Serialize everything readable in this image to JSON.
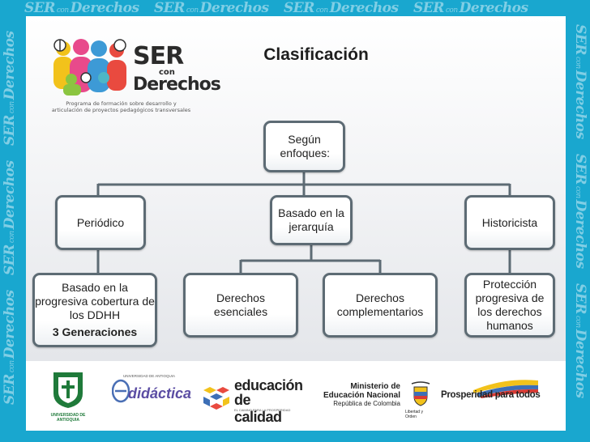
{
  "watermark_text": "SER",
  "watermark_con": "con",
  "watermark_derechos": "Derechos",
  "logo": {
    "word_ser": "SER",
    "word_con": "con",
    "word_derechos": "Derechos",
    "tagline": "Programa de formación sobre desarrollo y articulación de proyectos pedagógicos transversales"
  },
  "title": "Clasificación",
  "diagram": {
    "root": "Según enfoques:",
    "periodico": "Periódico",
    "jerarquia": "Basado en la jerarquía",
    "historicista": "Historicista",
    "cobertura_text": "Basado en la progresiva cobertura de los DDHH",
    "cobertura_bold": "3  Generaciones",
    "esenciales": "Derechos esenciales",
    "complementarios": "Derechos complementarios",
    "proteccion": "Protección progresiva de los derechos humanos"
  },
  "footer_logos": {
    "udea": "UNIVERSIDAD DE ANTIOQUIA",
    "didactica_small": "UNIVERSIDAD DE ANTIOQUIA",
    "didactica": "didáctica",
    "edu_line1": "educación",
    "edu_line2": "de calidad",
    "edu_tag": "EL CAMINO PARA LA PROSPERIDAD",
    "min_line1": "Ministerio de",
    "min_line2": "Educación Nacional",
    "min_line3": "República de Colombia",
    "escudo_motto": "Libertad y Orden",
    "prosperidad": "Prosperidad para todos"
  },
  "colors": {
    "background": "#19a7cf",
    "node_border": "#5d6b74"
  }
}
